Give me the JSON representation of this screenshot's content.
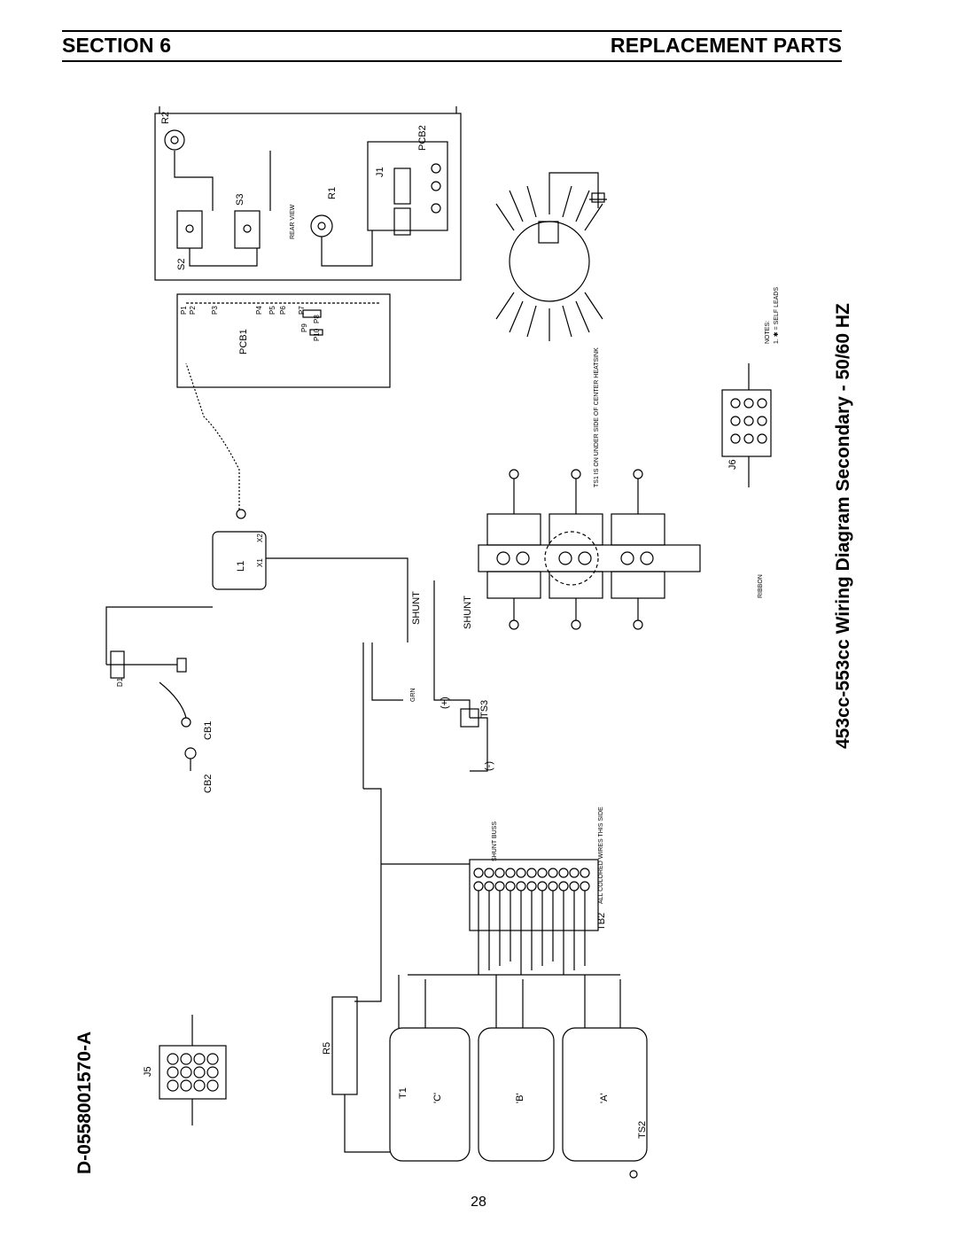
{
  "header": {
    "section": "SECTION 6",
    "title": "REPLACEMENT PARTS"
  },
  "drawing": {
    "number": "D-0558001570-A",
    "title": "453cc-553cc Wiring Diagram Secondary - 50/60 HZ"
  },
  "labels": {
    "pcb1": "PCB1",
    "pcb2": "PCB2",
    "j1": "J1",
    "r1": "R1",
    "r2": "R2",
    "s2": "S2",
    "s3": "S3",
    "l1": "L1",
    "x1": "X1",
    "x2": "X2",
    "d1": "D1",
    "cb1": "CB1",
    "cb2": "CB2",
    "j5": "J5",
    "j6": "J6",
    "r5": "R5",
    "t1": "T1",
    "ts2": "TS2",
    "ts3": "TS3",
    "tb2": "TB2",
    "shunt": "SHUNT",
    "shunt_buss": "SHUNT BUSS",
    "c_label": "'C'",
    "b_label": "'B'",
    "a_label": "'A'",
    "plus": "(+)",
    "minus": "(-)",
    "gnd": "GRN",
    "ts1_note": "TS1 IS ON UNDER SIDE OF CENTER HEATSINK",
    "notes_title": "NOTES:",
    "notes_1": "1. ✱ = SELF LEADS",
    "all_colored": "ALL COLORED WIRES THIS SIDE",
    "rear_view": "REAR VIEW",
    "ribbon": "RIBBON",
    "pcb1_p1": "P1",
    "pcb1_p2": "P2",
    "pcb1_p3": "P3",
    "pcb1_p4": "P4",
    "pcb1_p5": "P5",
    "pcb1_p6": "P6",
    "pcb1_p7": "P7",
    "pcb1_p8": "P8",
    "pcb1_p9": "P9",
    "pcb1_p10": "P10"
  },
  "page": {
    "number": "28"
  }
}
